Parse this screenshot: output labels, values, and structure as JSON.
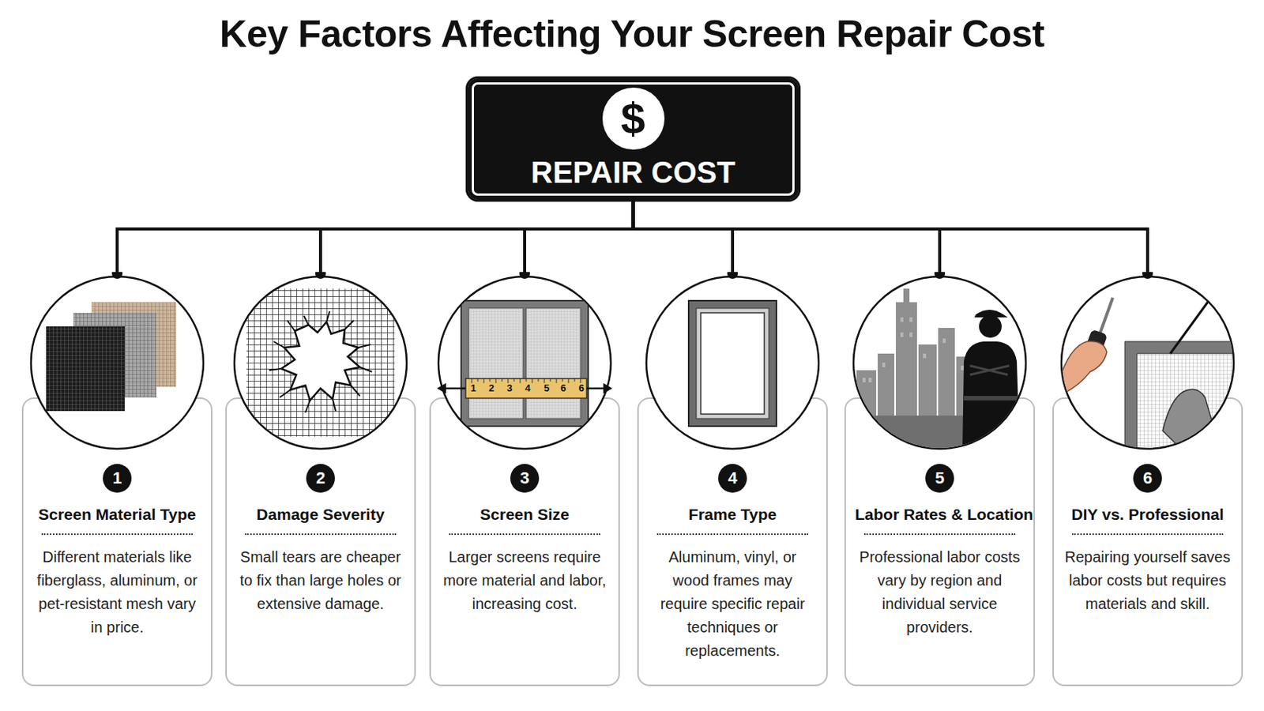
{
  "diagram": {
    "title": "Key Factors Affecting Your Screen Repair Cost",
    "nodes": [
      {
        "text": [
          "$",
          "REPAIR COST"
        ]
      },
      {
        "text": [
          "1",
          "Screen Material Type",
          "Different materials like fiberglass, aluminum, or pet-resistant mesh vary in price."
        ]
      },
      {
        "text": [
          "2",
          "Damage Severity",
          "Small tears are cheaper to fix than large holes or extensive damage."
        ]
      },
      {
        "text": [
          "3",
          "Screen Size",
          "Larger screens require more material and labor, increasing cost."
        ]
      },
      {
        "text": [
          "4",
          "Frame Type",
          "Aluminum, vinyl, or wood frames may require specific repair techniques or replacements."
        ]
      },
      {
        "text": [
          "5",
          "Labor Rates & Location",
          "Professional labor costs vary by region and individual service providers."
        ]
      },
      {
        "text": [
          "6",
          "DIY vs. Professional",
          "Repairing yourself saves labor costs but requires materials and skill."
        ]
      }
    ],
    "edges": [
      {
        "from": 0,
        "to": 1,
        "arrow": "none"
      },
      {
        "from": 0,
        "to": 2,
        "arrow": "none"
      },
      {
        "from": 0,
        "to": 3,
        "arrow": "none"
      },
      {
        "from": 0,
        "to": 4,
        "arrow": "none"
      },
      {
        "from": 0,
        "to": 5,
        "arrow": "none"
      },
      {
        "from": 0,
        "to": 6,
        "arrow": "none"
      }
    ],
    "labels": [
      "1",
      "2",
      "3",
      "4",
      "5",
      "6",
      "6"
    ]
  }
}
